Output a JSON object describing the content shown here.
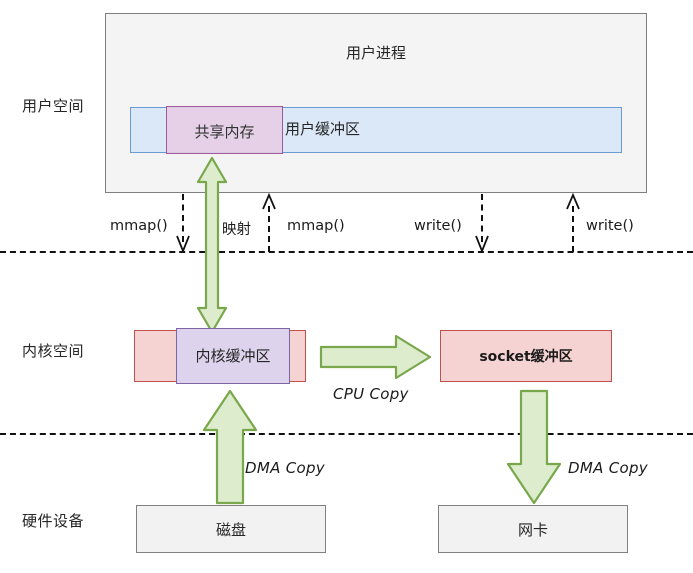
{
  "diagram": {
    "title": "mmap + write zero-copy data flow",
    "colors": {
      "green_arrow_fill": "#ddeccd",
      "green_arrow_stroke": "#79a74b",
      "kernel_red_fill": "#f6d3d3",
      "kernel_red_stroke": "#c0504d",
      "kernel_purple_fill": "#ddd3ec",
      "kernel_purple_stroke": "#7f63a8",
      "user_buffer_fill": "#dbe8f8",
      "user_buffer_stroke": "#6b9bd2",
      "shared_memory_fill": "#e6cfe6",
      "shared_memory_stroke": "#9b4f96",
      "process_box_fill": "#f4f4f4",
      "process_box_stroke": "#7f7f7f",
      "hardware_fill": "#f2f2f2",
      "hardware_stroke": "#808080",
      "dashed_line": "#111111"
    }
  },
  "zones": {
    "user_space": "用户空间",
    "kernel_space": "内核空间",
    "hardware": "硬件设备"
  },
  "user_space": {
    "process_title": "用户进程",
    "shared_memory": "共享内存",
    "user_buffer": "用户缓冲区"
  },
  "syscalls": [
    {
      "label": "mmap()",
      "direction": "down"
    },
    {
      "label": "映射",
      "direction": "up"
    },
    {
      "label": "mmap()",
      "direction": "up"
    },
    {
      "label": "write()",
      "direction": "down"
    },
    {
      "label": "write()",
      "direction": "up"
    }
  ],
  "kernel_space": {
    "kernel_buffer": "内核缓冲区",
    "socket_buffer": "socket缓冲区"
  },
  "hardware": {
    "disk": "磁盘",
    "nic": "网卡"
  },
  "copy_labels": {
    "cpu_copy": "CPU Copy",
    "dma_copy_in": "DMA Copy",
    "dma_copy_out": "DMA Copy"
  }
}
